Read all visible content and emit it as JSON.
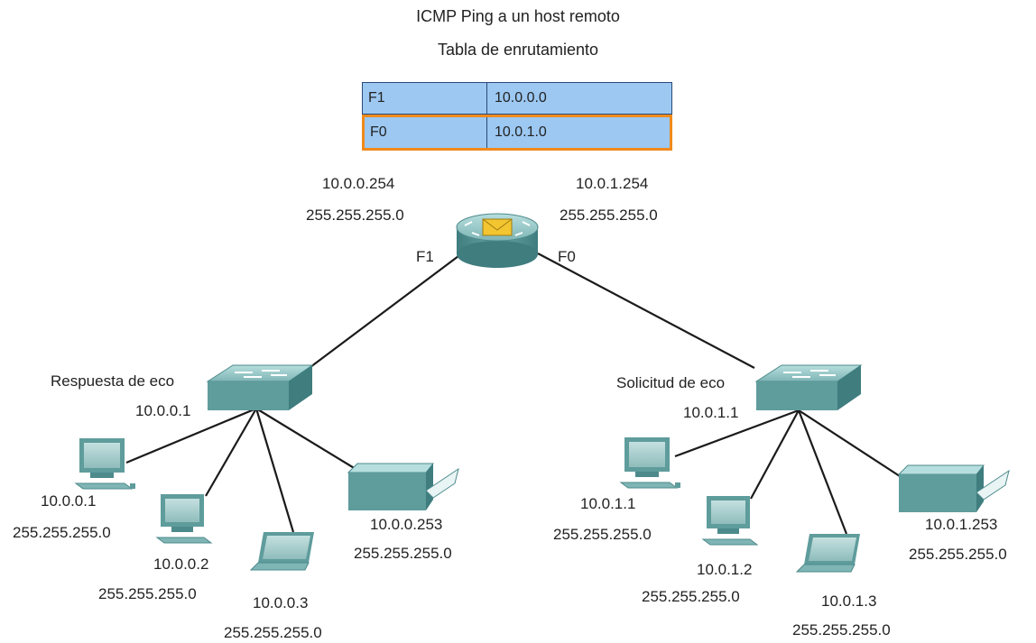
{
  "title": {
    "line1": "ICMP Ping a un host remoto",
    "line2": "Tabla de enrutamiento"
  },
  "routing_table": [
    {
      "interface": "F1",
      "network": "10.0.0.0",
      "highlighted": false
    },
    {
      "interface": "F0",
      "network": "10.0.1.0",
      "highlighted": true
    }
  ],
  "router": {
    "left_ip": "10.0.0.254",
    "left_mask": "255.255.255.0",
    "right_ip": "10.0.1.254",
    "right_mask": "255.255.255.0",
    "port_left": "F1",
    "port_right": "F0",
    "icon": "router-icon-with-envelope"
  },
  "left_network": {
    "switch_label": "Respuesta de eco",
    "switch_ip": "10.0.0.1",
    "hosts": [
      {
        "ip": "10.0.0.1",
        "mask": "255.255.255.0",
        "icon": "desktop-icon"
      },
      {
        "ip": "10.0.0.2",
        "mask": "255.255.255.0",
        "icon": "desktop-icon"
      },
      {
        "ip": "10.0.0.3",
        "mask": "255.255.255.0",
        "icon": "laptop-icon"
      },
      {
        "ip": "10.0.0.253",
        "mask": "255.255.255.0",
        "icon": "printer-icon"
      }
    ]
  },
  "right_network": {
    "switch_label": "Solicitud de eco",
    "switch_ip": "10.0.1.1",
    "hosts": [
      {
        "ip": "10.0.1.1",
        "mask": "255.255.255.0",
        "icon": "desktop-icon"
      },
      {
        "ip": "10.0.1.2",
        "mask": "255.255.255.0",
        "icon": "desktop-icon"
      },
      {
        "ip": "10.0.1.3",
        "mask": "255.255.255.0",
        "icon": "laptop-icon"
      },
      {
        "ip": "10.0.1.253",
        "mask": "255.255.255.0",
        "icon": "printer-icon"
      }
    ]
  },
  "colors": {
    "table_fill": "#9cc8f2",
    "highlight_border": "#f08a1c",
    "device_teal": "#5f9c9c",
    "envelope": "#f2c531"
  }
}
